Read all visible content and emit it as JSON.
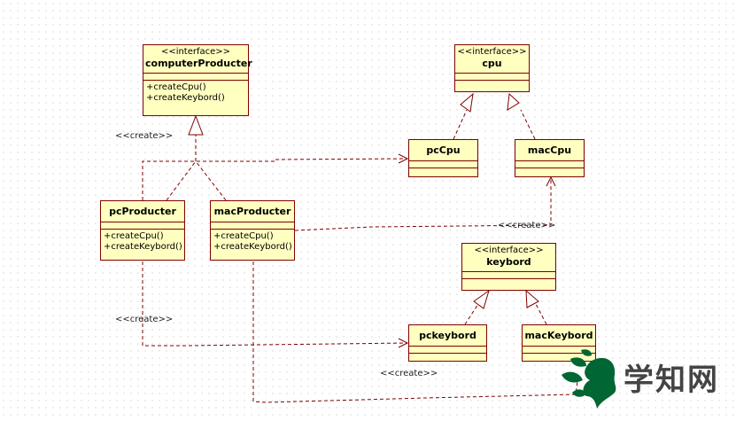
{
  "diagram": {
    "type": "UML class diagram",
    "classes": {
      "computerProducter": {
        "stereotype": "<<interface>>",
        "name": "computerProducter",
        "operations": [
          "+createCpu()",
          "+createKeybord()"
        ]
      },
      "cpu": {
        "stereotype": "<<interface>>",
        "name": "cpu"
      },
      "pcCpu": {
        "name": "pcCpu"
      },
      "macCpu": {
        "name": "macCpu"
      },
      "pcProducter": {
        "name": "pcProducter",
        "operations": [
          "+createCpu()",
          "+createKeybord()"
        ]
      },
      "macProducter": {
        "name": "macProducter",
        "operations": [
          "+createCpu()",
          "+createKeybord()"
        ]
      },
      "keybord": {
        "stereotype": "<<interface>>",
        "name": "keybord"
      },
      "pckeybord": {
        "name": "pckeybord"
      },
      "macKeybord": {
        "name": "macKeybord"
      }
    },
    "relations": [
      {
        "type": "realization",
        "from": "pcProducter",
        "to": "computerProducter"
      },
      {
        "type": "realization",
        "from": "macProducter",
        "to": "computerProducter"
      },
      {
        "type": "realization",
        "from": "pcCpu",
        "to": "cpu"
      },
      {
        "type": "realization",
        "from": "macCpu",
        "to": "cpu"
      },
      {
        "type": "realization",
        "from": "pckeybord",
        "to": "keybord"
      },
      {
        "type": "realization",
        "from": "macKeybord",
        "to": "keybord"
      },
      {
        "type": "dependency",
        "from": "pcProducter",
        "to": "pcCpu",
        "label": "<<create>>"
      },
      {
        "type": "dependency",
        "from": "macProducter",
        "to": "macCpu",
        "label": "<<create>>"
      },
      {
        "type": "dependency",
        "from": "pcProducter",
        "to": "pckeybord",
        "label": "<<create>>"
      },
      {
        "type": "dependency",
        "from": "macProducter",
        "to": "macKeybord",
        "label": "<<create>>"
      }
    ],
    "labels": {
      "create1": "<<create>>",
      "create2": "<<create>>",
      "create3": "<<create>>",
      "create4": "<<create>>"
    }
  },
  "watermark": {
    "text": "学知网",
    "leaf_color": "#006633"
  },
  "colors": {
    "line": "#800000",
    "fill": "#ffffc0"
  }
}
